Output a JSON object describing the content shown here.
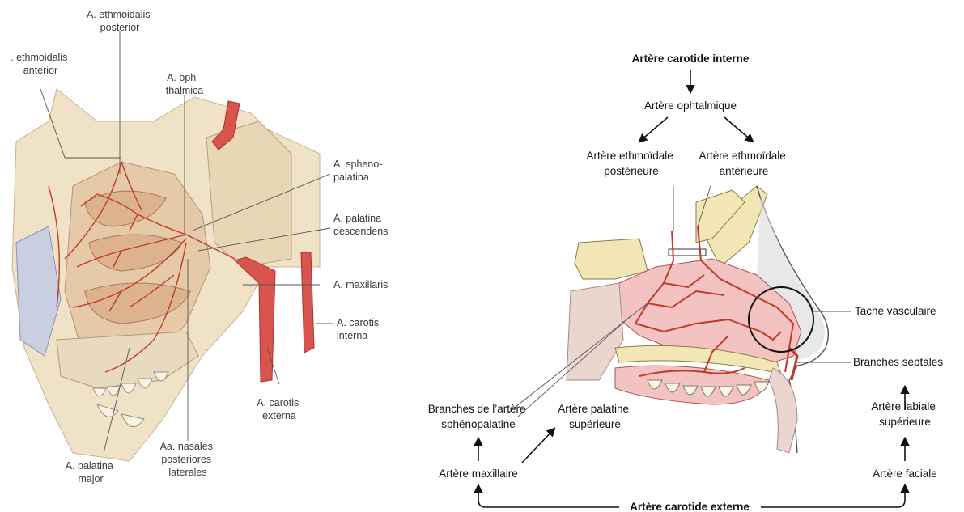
{
  "left_panel": {
    "labels": {
      "ethmoidalis_posterior": [
        "A. ethmoidalis",
        "posterior"
      ],
      "ethmoidalis_anterior": [
        ". ethmoidalis",
        "anterior"
      ],
      "ophthalmica": [
        "A. oph-",
        "thalmica"
      ],
      "sphenopalatina": [
        "A. spheno-",
        "palatina"
      ],
      "palatina_descendens": [
        "A. palatina",
        "descendens"
      ],
      "maxillaris": [
        "A. maxillaris"
      ],
      "carotis_interna": [
        "A. carotis",
        "interna"
      ],
      "carotis_externa": [
        "A. carotis",
        "externa"
      ],
      "nasales_posteriores": [
        "Aa. nasales",
        "posteriores",
        "laterales"
      ],
      "palatina_major": [
        "A. palatina",
        "major"
      ]
    }
  },
  "right_panel": {
    "labels": {
      "carotide_interne": [
        "Artère carotide interne"
      ],
      "ophtalmique": [
        "Artère ophtalmique"
      ],
      "ethmoidale_posterieure": [
        "Artère ethmoïdale",
        "postérieure"
      ],
      "ethmoidale_anterieure": [
        "Artère ethmoïdale",
        "antérieure"
      ],
      "tache_vasculaire": [
        "Tache vasculaire"
      ],
      "branches_septales": [
        "Branches septales"
      ],
      "labiale_superieure": [
        "Artère labiale",
        "supérieure"
      ],
      "faciale": [
        "Artère faciale"
      ],
      "sphenopalatine": [
        "Branches de l’artère",
        "sphénopalatine"
      ],
      "palatine_superieure": [
        "Artère palatine",
        "supérieure"
      ],
      "maxillaire": [
        "Artère maxillaire"
      ],
      "carotide_externe": [
        "Artère carotide externe"
      ]
    }
  }
}
